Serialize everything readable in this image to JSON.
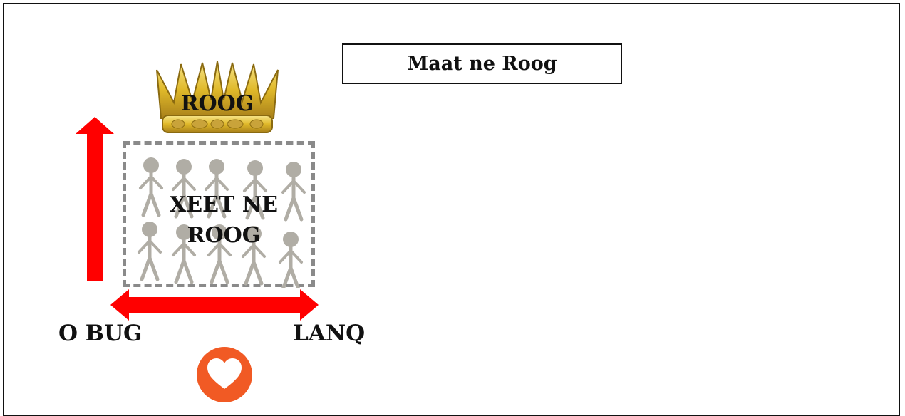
{
  "diagram": {
    "title": "Maat ne Roog",
    "crown_label": "ROOG",
    "group_label_line1": "XEET NE",
    "group_label_line2": "ROOG",
    "axis_left_label": "O BUG",
    "axis_right_label": "LANQ"
  },
  "icons": [
    "crown-icon",
    "person-icon",
    "up-arrow-icon",
    "double-arrow-icon",
    "heart-icon"
  ],
  "colors": {
    "arrow": "#ff0000",
    "person": "#b0ada5",
    "crown": "#e0b92a",
    "heart_circle": "#f15a24",
    "dashed_border": "#8a8a8a"
  }
}
